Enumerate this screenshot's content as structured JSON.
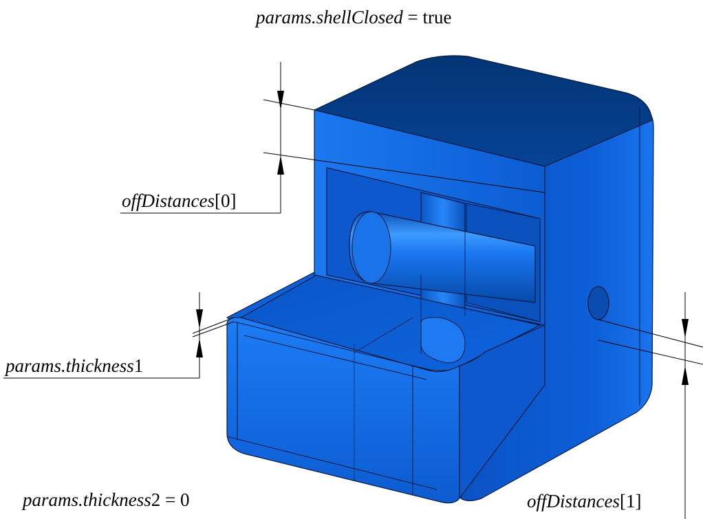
{
  "labels": {
    "title": {
      "var": "params.shellClosed",
      "rest": " = true"
    },
    "off0": {
      "var": "offDistances",
      "rest": "[0]"
    },
    "thick1": {
      "var": "params.thickness",
      "rest": "1"
    },
    "thick2": {
      "var": "params.thickness",
      "rest": "2 = 0"
    },
    "off1": {
      "var": "offDistances",
      "rest": "[1]"
    }
  },
  "colors": {
    "body_dark": "#053a86",
    "body_mid": "#0a55c8",
    "body_light": "#1f7cf4",
    "highlight": "#5cb0ff",
    "edge": "#021a40",
    "dim_line": "#000000"
  }
}
